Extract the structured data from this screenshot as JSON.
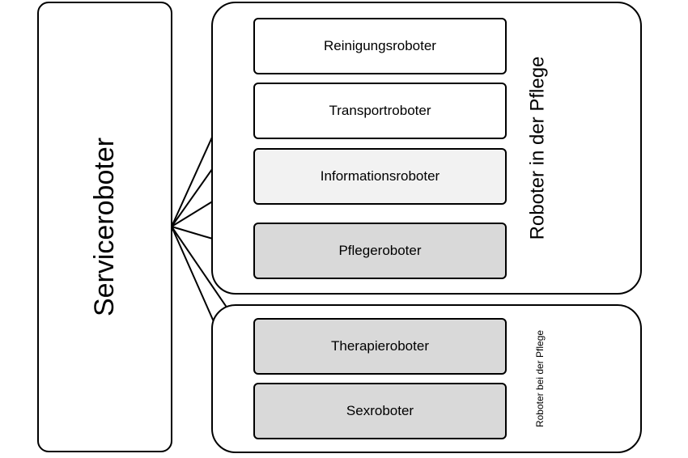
{
  "root": {
    "label": "Serviceroboter"
  },
  "groups": [
    {
      "label": "Roboter in der Pflege"
    },
    {
      "label": "Roboter bei der Pflege"
    }
  ],
  "nodes": [
    {
      "label": "Reinigungsroboter",
      "fill": "#ffffff"
    },
    {
      "label": "Transportroboter",
      "fill": "#ffffff"
    },
    {
      "label": "Informationsroboter",
      "fill": "#f2f2f2"
    },
    {
      "label": "Pflegeroboter",
      "fill": "#d9d9d9"
    },
    {
      "label": "Therapieroboter",
      "fill": "#d9d9d9"
    },
    {
      "label": "Sexroboter",
      "fill": "#d9d9d9"
    }
  ]
}
